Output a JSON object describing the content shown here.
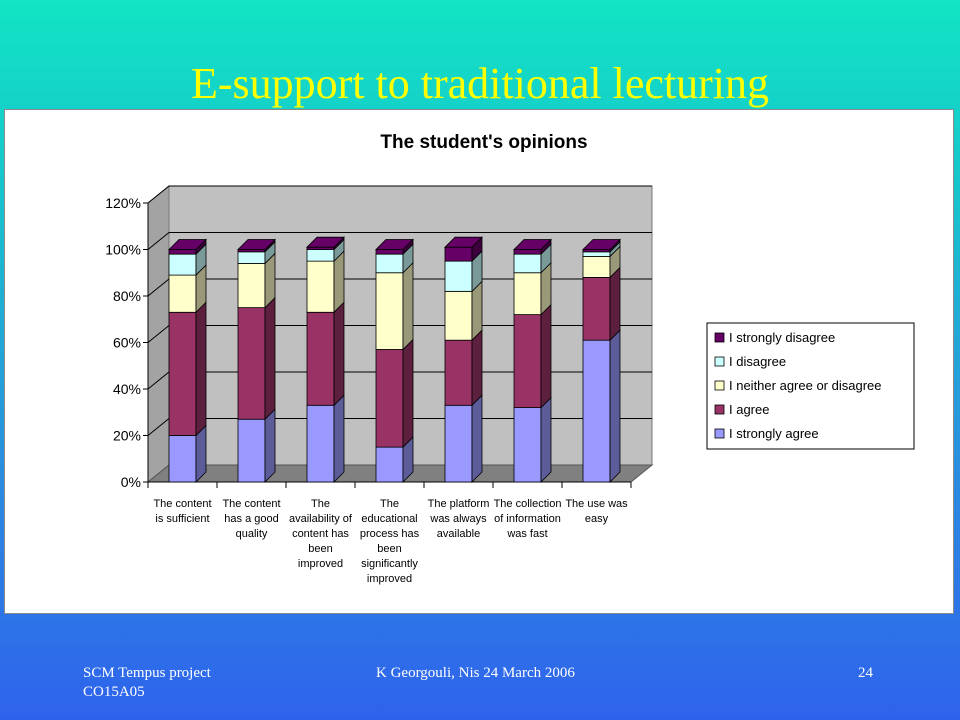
{
  "slide": {
    "title": "E-support to traditional lecturing",
    "footer_left_line1": "SCM Tempus project",
    "footer_left_line2": "CO15A05",
    "footer_center": "K Georgouli,  Nis 24 March 2006",
    "page_number": "24"
  },
  "chart_data": {
    "type": "bar",
    "stacked": true,
    "three_d": true,
    "title": "The student's opinions",
    "categories": [
      [
        "The content",
        "is sufficient"
      ],
      [
        "The content",
        "has a good",
        "quality"
      ],
      [
        "The",
        "availability of",
        "content has",
        "been",
        "improved"
      ],
      [
        "The",
        "educational",
        "process has",
        "been",
        "significantly",
        "improved"
      ],
      [
        "The platform",
        "was always",
        "available"
      ],
      [
        "The collection",
        "of information",
        "was fast"
      ],
      [
        "The use was",
        "easy"
      ]
    ],
    "series": [
      {
        "name": "I strongly agree",
        "color": "#9999ff",
        "values": [
          20,
          27,
          33,
          15,
          33,
          32,
          61
        ]
      },
      {
        "name": "I agree",
        "color": "#993366",
        "values": [
          53,
          48,
          40,
          42,
          28,
          40,
          27
        ]
      },
      {
        "name": "I neither agree or disagree",
        "color": "#ffffcc",
        "values": [
          16,
          19,
          22,
          33,
          21,
          18,
          9
        ]
      },
      {
        "name": "I disagree",
        "color": "#ccffff",
        "values": [
          9,
          5,
          5,
          8,
          13,
          8,
          2
        ]
      },
      {
        "name": "I strongly disagree",
        "color": "#660066",
        "values": [
          2,
          1,
          1,
          2,
          6,
          2,
          1
        ]
      }
    ],
    "y_ticks": [
      "0%",
      "20%",
      "40%",
      "60%",
      "80%",
      "100%",
      "120%"
    ],
    "ylim": [
      0,
      120
    ],
    "grid": true,
    "legend_position": "right",
    "colors": {
      "wall": "#c0c0c0",
      "floor": "#808080",
      "gridline": "#000000"
    }
  }
}
